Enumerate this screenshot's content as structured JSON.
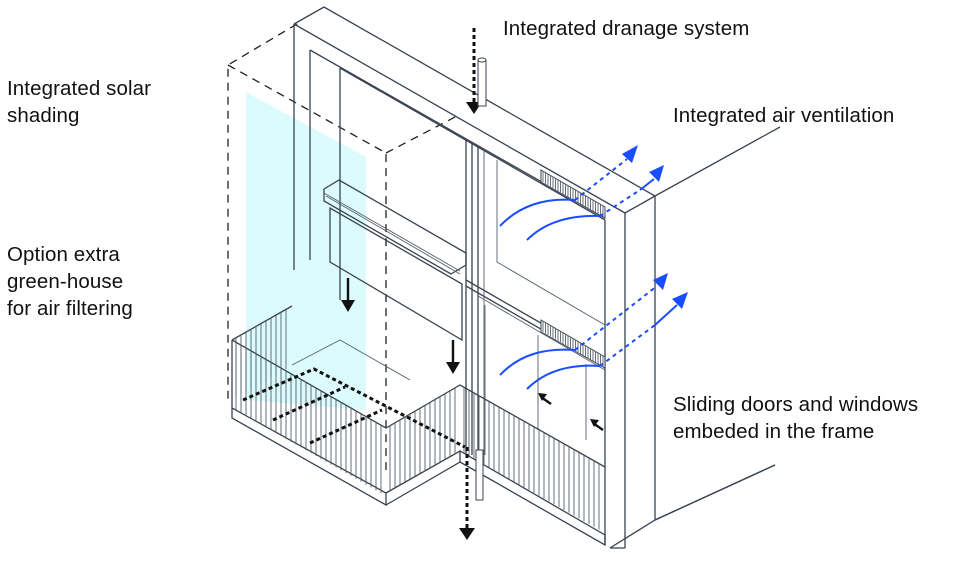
{
  "diagram": {
    "title": "Integrated facade frame module",
    "labels": {
      "solar_shading": "Integrated solar\nshading",
      "greenhouse": "Option extra\ngreen-house\nfor air filtering",
      "drainage": "Integrated dranage system",
      "air_ventilation": "Integrated air ventilation",
      "sliding_doors": "Sliding doors and windows\nembeded in the frame"
    },
    "colors": {
      "line": "#3a4350",
      "airflow": "#1a4dff",
      "glass_tint": "#dcfbfd",
      "arrow": "#111111"
    },
    "icons": [
      "airflow-arrow-icon",
      "drainage-arrow-icon",
      "shading-down-arrow-icon",
      "slide-arrow-icon"
    ]
  }
}
